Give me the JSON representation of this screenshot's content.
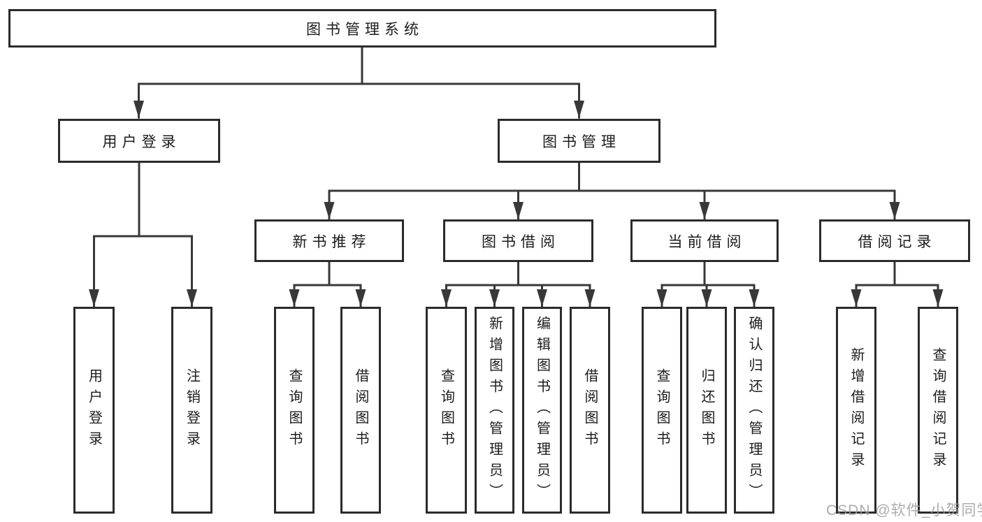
{
  "tree": {
    "root": {
      "label": "图书管理系统"
    },
    "branches": [
      {
        "label": "用户登录",
        "children": [
          {
            "label": "用户登录"
          },
          {
            "label": "注销登录"
          }
        ]
      },
      {
        "label": "图书管理",
        "children": [
          {
            "label": "新书推荐",
            "children": [
              {
                "label": "查询图书"
              },
              {
                "label": "借阅图书"
              }
            ]
          },
          {
            "label": "图书借阅",
            "children": [
              {
                "label": "查询图书"
              },
              {
                "label": "新增图书（管理员）"
              },
              {
                "label": "编辑图书（管理员）"
              },
              {
                "label": "借阅图书"
              }
            ]
          },
          {
            "label": "当前借阅",
            "children": [
              {
                "label": "查询图书"
              },
              {
                "label": "归还图书"
              },
              {
                "label": "确认归还（管理员）"
              }
            ]
          },
          {
            "label": "借阅记录",
            "children": [
              {
                "label": "新增借阅记录"
              },
              {
                "label": "查询借阅记录"
              }
            ]
          }
        ]
      }
    ]
  },
  "watermark": {
    "text": "CSDN @软件_小贺同学"
  },
  "colors": {
    "background": "#ffffff",
    "box_border": "#2b2b2b",
    "line": "#383838",
    "text": "#1c1c1c",
    "watermark": "#9e9e9e"
  }
}
